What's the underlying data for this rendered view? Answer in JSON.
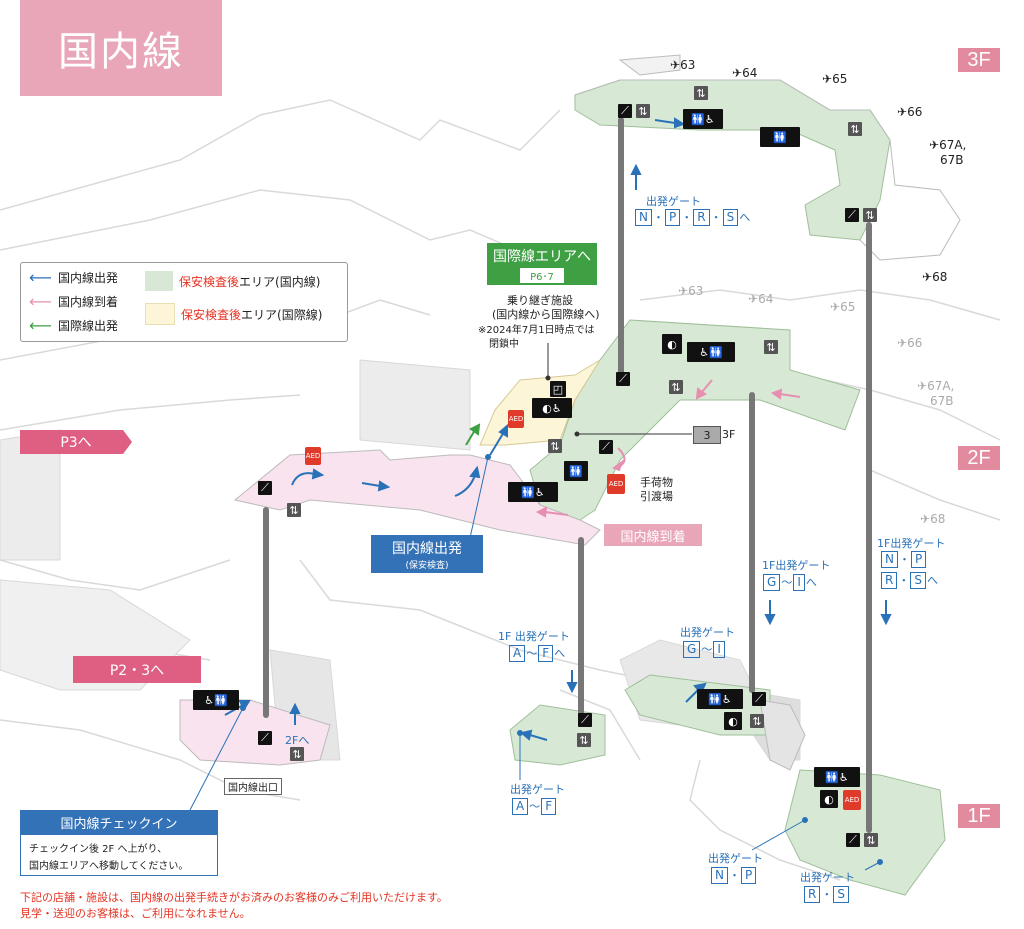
{
  "header": {
    "title": "国内線"
  },
  "floors": {
    "f3": "3F",
    "f2": "2F",
    "f1": "1F"
  },
  "legend": {
    "domestic_departure": "国内線出発",
    "domestic_arrival": "国内線到着",
    "international_departure": "国際線出発",
    "area_domestic_prefix": "保安検査後",
    "area_domestic_suffix": "エリア(国内線)",
    "area_international_prefix": "保安検査後",
    "area_international_suffix": "エリア(国際線)"
  },
  "colors": {
    "domestic_departure": "#2a72b8",
    "domestic_arrival": "#e78fb0",
    "international_departure": "#3ea043",
    "domestic_area": "#d7e9d4",
    "international_area": "#fdf5d8",
    "title_bg": "#e9a6b8",
    "floor_badge": "#e28a9e",
    "pink_button": "#df5f82",
    "blue_box": "#3472b8",
    "green_box": "#3ea043"
  },
  "nav_links": {
    "p3": "P3へ",
    "p23": "P2・3へ"
  },
  "international": {
    "label": "国際線エリアへ",
    "page": "P6･7",
    "transfer_title": "乗り継ぎ施設",
    "transfer_sub": "(国内線から国際線へ)",
    "closed_note1": "※2024年7月1日時点では",
    "closed_note2": "閉鎖中"
  },
  "domestic_departure_box": {
    "label": "国内線出発",
    "sub": "(保安検査)"
  },
  "domestic_arrival_box": {
    "label": "国内線到着"
  },
  "checkin_box": {
    "label": "国内線チェックイン",
    "line1": "チェックイン後 2F へ上がり、",
    "line2": "国内線エリアへ移動してください。"
  },
  "baggage": {
    "line1": "手荷物",
    "line2": "引渡場"
  },
  "exit_label": "国内線出口",
  "up_2f": "2Fへ",
  "to_3f_num": "3",
  "to_3f_label": "3F",
  "gates_3f": [
    "63",
    "64",
    "65",
    "66",
    "67A,",
    "67B",
    "68"
  ],
  "gates_2f": [
    "63",
    "64",
    "65",
    "66",
    "67A,",
    "67B",
    "68"
  ],
  "gate_labels": {
    "dep_gate": "出発ゲート",
    "one_f_dep_gate": "1F出発ゲート",
    "one_f_dep_gate_spaced": "1F 出発ゲート",
    "letters_3f": [
      "N",
      "P",
      "R",
      "S"
    ],
    "he": "へ",
    "dot": "・",
    "range_sep": "〜",
    "g_to_i": [
      "G",
      "I"
    ],
    "a_to_f": [
      "A",
      "F"
    ],
    "n_p": [
      "N",
      "P"
    ],
    "r_s": [
      "R",
      "S"
    ]
  },
  "notice": {
    "line1": "下記の店舗・施設は、国内線の出発手続きがお済みのお客様のみご利用いただけます。",
    "line2": "見学・送迎のお客様は、ご利用になれません。"
  },
  "icons": {
    "toilet": "toilet-icon",
    "accessible": "wheelchair-icon",
    "nursing": "nursing-room-icon",
    "elevator": "elevator-icon",
    "escalator": "escalator-icon",
    "aed": "AED",
    "airplane": "airplane-icon"
  }
}
